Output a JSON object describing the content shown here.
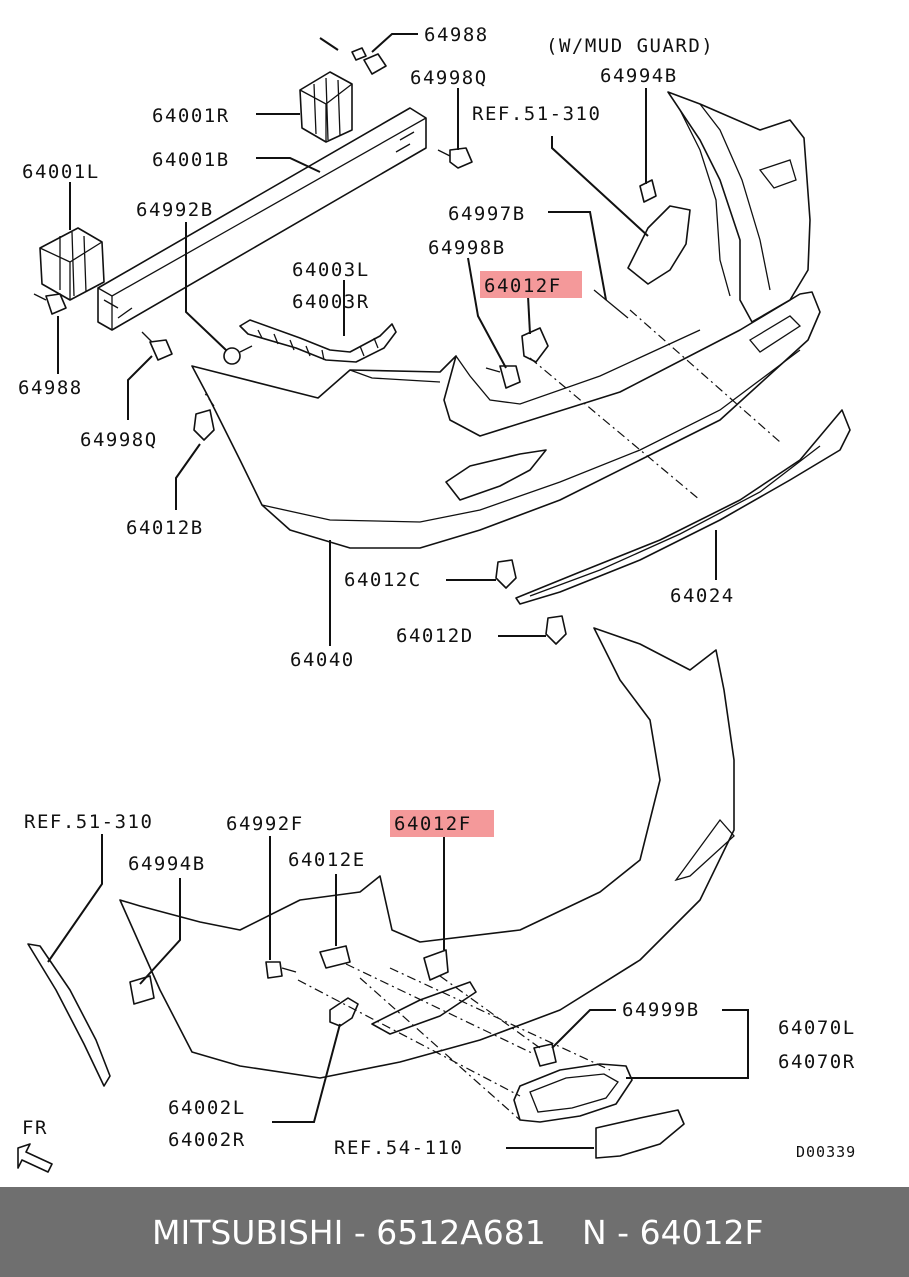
{
  "labels": {
    "p64988_top": "64988",
    "mud_guard_note": "(W/MUD GUARD)",
    "p64998q_top": "64998Q",
    "p64994b_top": "64994B",
    "p64001r": "64001R",
    "ref_51_310_top": "REF.51-310",
    "p64001b": "64001B",
    "p64001l": "64001L",
    "p64992b": "64992B",
    "p64997b": "64997B",
    "p64998b": "64998B",
    "p64003l": "64003L",
    "p64012f_top": "64012F",
    "p64003r": "64003R",
    "p64988_left": "64988",
    "p64998q_left": "64998Q",
    "p64012b": "64012B",
    "p64012c": "64012C",
    "p64024": "64024",
    "p64012d": "64012D",
    "p64040": "64040",
    "ref_51_310_bottom": "REF.51-310",
    "p64992f": "64992F",
    "p64012f_bottom": "64012F",
    "p64994b_bottom": "64994B",
    "p64012e": "64012E",
    "p64999b": "64999B",
    "p64070l": "64070L",
    "p64070r": "64070R",
    "p64002l": "64002L",
    "p64002r": "64002R",
    "fr": "FR",
    "ref_54_110": "REF.54-110",
    "diagram_code": "D00339"
  },
  "footer": {
    "brand_part": "MITSUBISHI - 6512A681",
    "ref": "N - 64012F"
  },
  "colors": {
    "highlight": "#f4999a",
    "footer_bg": "#6f6f6f"
  }
}
